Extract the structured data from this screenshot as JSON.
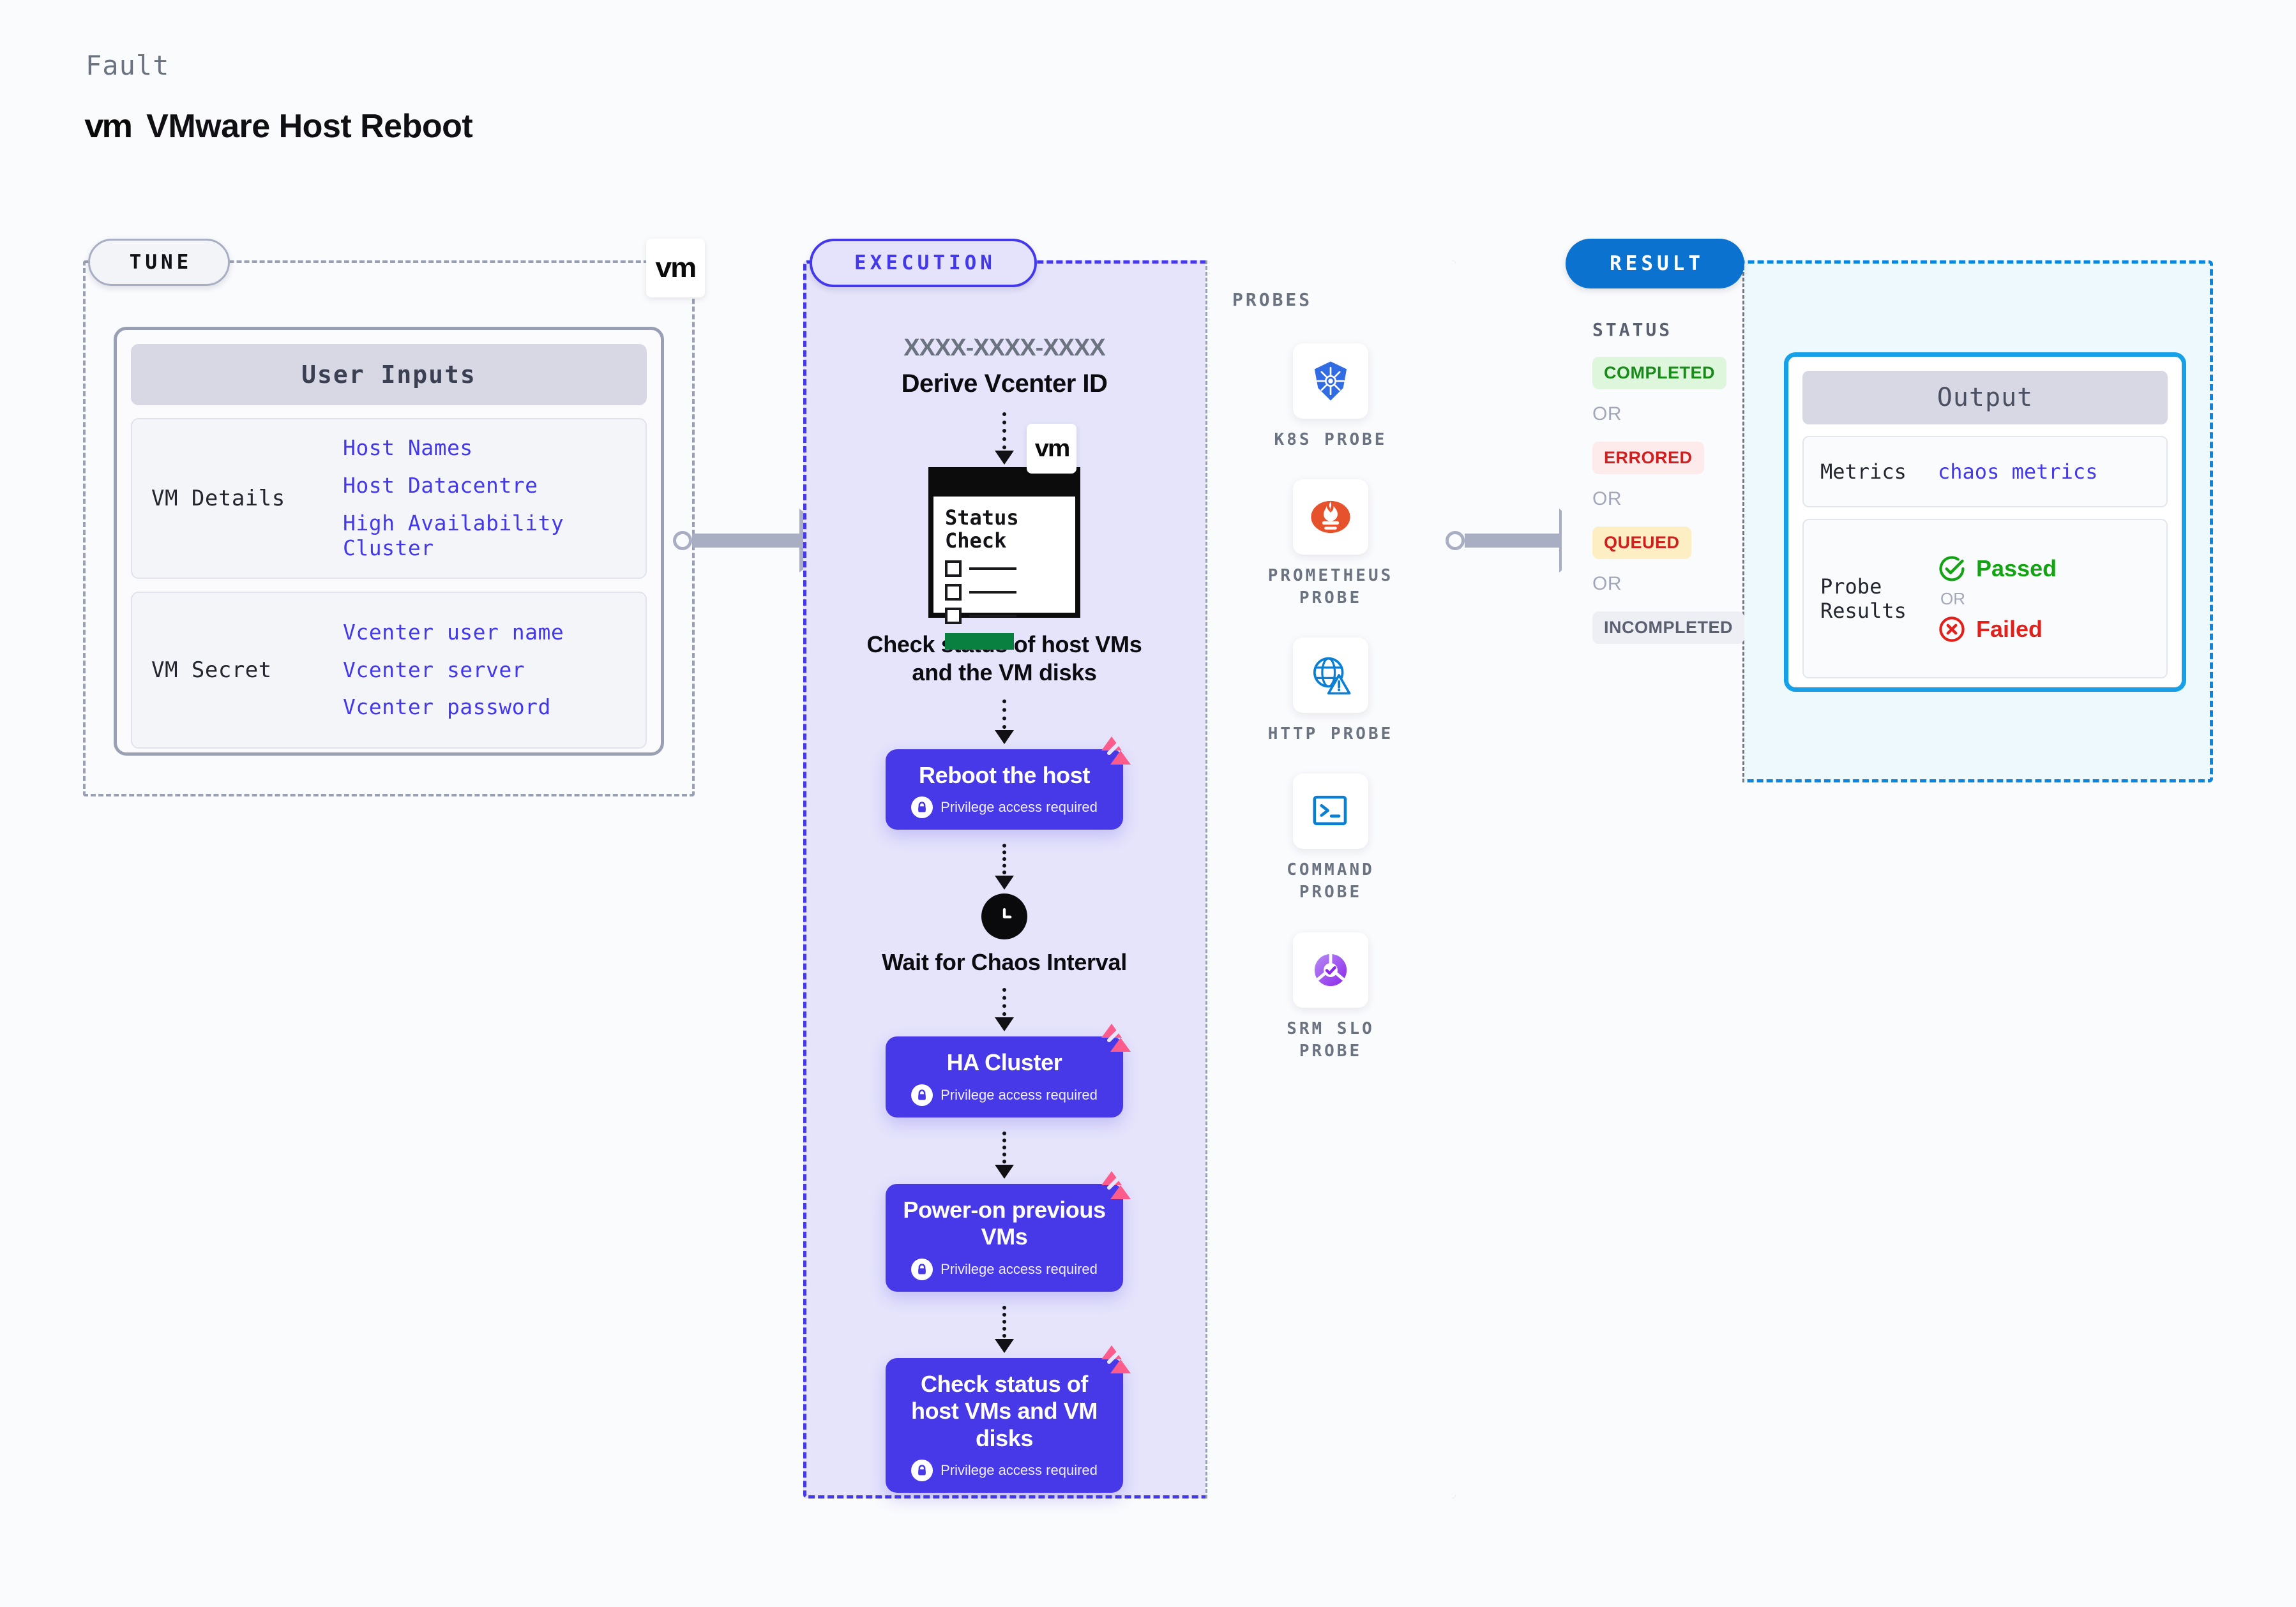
{
  "header": {
    "kicker": "Fault",
    "logo_glyph": "vm",
    "title": "VMware Host Reboot"
  },
  "tune": {
    "pill_label": "TUNE",
    "logo_glyph": "vm",
    "card_title": "User Inputs",
    "groups": [
      {
        "label": "VM Details",
        "values": [
          "Host Names",
          "Host Datacentre",
          "High Availability\nCluster"
        ]
      },
      {
        "label": "VM Secret",
        "values": [
          "Vcenter user name",
          "Vcenter server",
          "Vcenter password"
        ]
      }
    ]
  },
  "execution": {
    "pill_label": "EXECUTION",
    "vcenter_id": "XXXX-XXXX-XXXX",
    "derive_label": "Derive Vcenter ID",
    "status_window": {
      "heading": "Status\nCheck",
      "logo_glyph": "vm"
    },
    "check_caption": "Check status of host VMs\nand the VM disks",
    "privilege_note": "Privilege access required",
    "tasks": [
      {
        "title": "Reboot the host",
        "privileged": true
      },
      {
        "title": "HA Cluster",
        "privileged": true
      },
      {
        "title": "Power-on previous VMs",
        "privileged": true
      },
      {
        "title": "Check status of host VMs and VM disks",
        "privileged": true
      }
    ],
    "wait_node": {
      "label": "Wait for Chaos Interval",
      "icon": "clock-icon"
    }
  },
  "probes": {
    "section_label": "PROBES",
    "items": [
      {
        "name": "K8S PROBE",
        "icon": "kubernetes-icon"
      },
      {
        "name": "PROMETHEUS PROBE",
        "icon": "prometheus-icon"
      },
      {
        "name": "HTTP PROBE",
        "icon": "http-globe-warning-icon"
      },
      {
        "name": "COMMAND PROBE",
        "icon": "terminal-icon"
      },
      {
        "name": "SRM SLO PROBE",
        "icon": "srm-slo-icon"
      }
    ]
  },
  "result": {
    "pill_label": "RESULT",
    "status_heading": "STATUS",
    "or_label": "OR",
    "statuses": [
      {
        "label": "COMPLETED",
        "color": "#1a8a1a"
      },
      {
        "label": "ERRORED",
        "color": "#cf2020"
      },
      {
        "label": "QUEUED",
        "color": "#cf2020"
      },
      {
        "label": "INCOMPLETED",
        "color": "#5b6070"
      }
    ],
    "output": {
      "title": "Output",
      "metrics_key": "Metrics",
      "metrics_value": "chaos metrics",
      "probe_key": "Probe Results",
      "passed_label": "Passed",
      "failed_label": "Failed",
      "or_label": "OR"
    }
  },
  "colors": {
    "accent_purple": "#4338ea",
    "task_purple": "#4738e8",
    "result_blue": "#0b72d0",
    "output_border": "#15a0e8",
    "chaos_pink": "#fc5c8c",
    "pass_green": "#13a313",
    "fail_red": "#e1211b"
  }
}
